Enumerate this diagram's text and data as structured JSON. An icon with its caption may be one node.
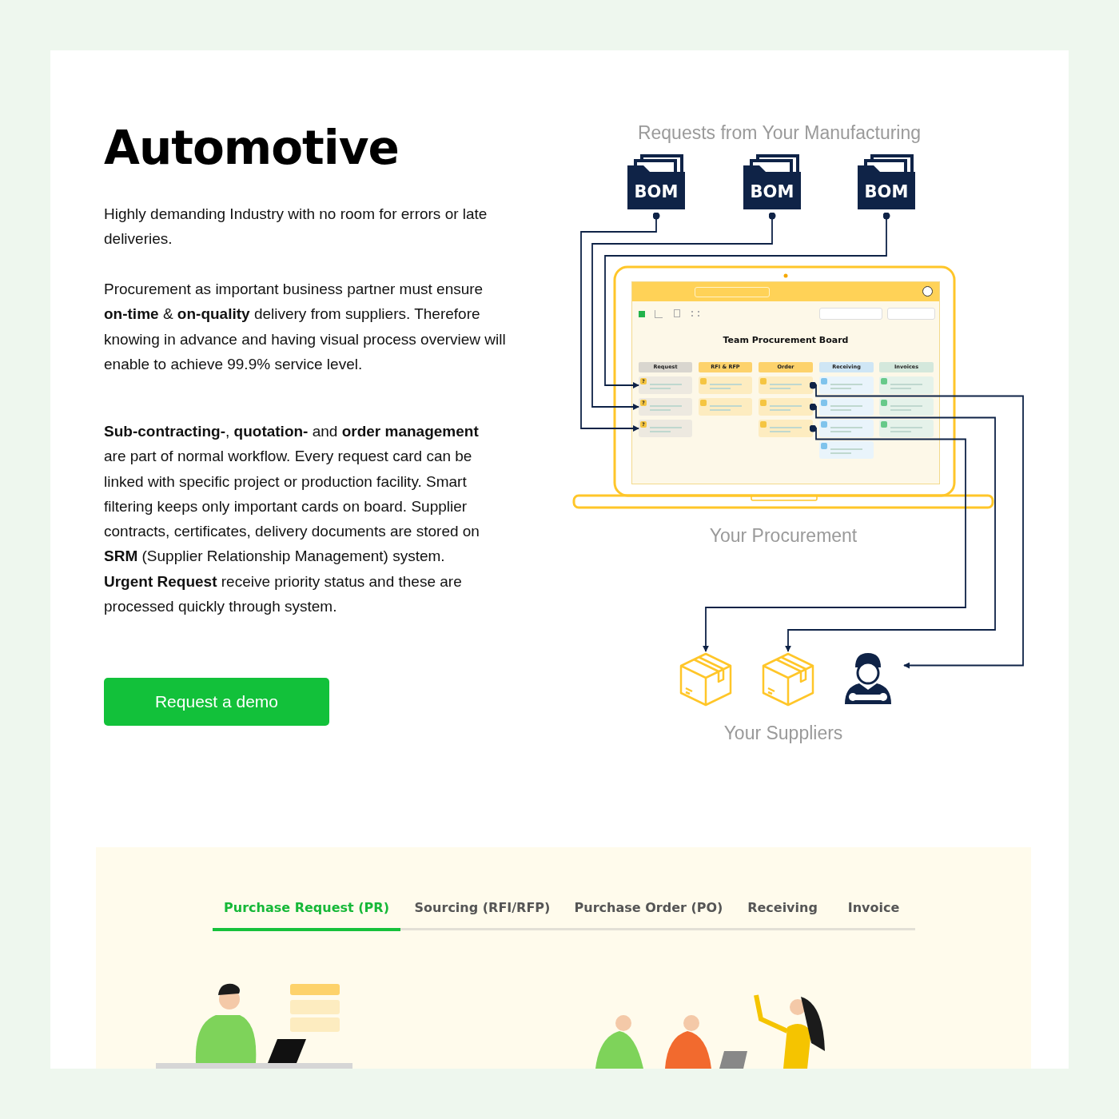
{
  "diagram": {
    "title": "Automotive",
    "nodes": [
      {
        "text": [
          "BOM"
        ]
      },
      {
        "text": [
          "BOM"
        ]
      },
      {
        "text": [
          "BOM"
        ]
      },
      {
        "text": [
          "Team Procurement Board"
        ],
        "beside": [
          "Your Procurement"
        ]
      },
      {
        "text": [
          "Request"
        ],
        "in": 3
      },
      {
        "text": [
          "RFI & RFP"
        ],
        "in": 3
      },
      {
        "text": [
          "Order"
        ],
        "in": 3
      },
      {
        "text": [
          "Receiving"
        ],
        "in": 3
      },
      {
        "text": [
          "Invoices"
        ],
        "in": 3
      },
      {
        "text": [
          "?"
        ],
        "in": 3
      },
      {
        "text": [
          "?"
        ],
        "in": 3
      },
      {
        "text": [
          "?"
        ],
        "in": 3
      },
      {
        "text": [],
        "shape": "box",
        "in": 3
      },
      {
        "text": [],
        "shape": "box",
        "in": 3
      },
      {
        "text": [],
        "shape": "box",
        "in": 3
      },
      {
        "text": [],
        "shape": "box",
        "in": 3
      },
      {
        "text": [],
        "shape": "box",
        "in": 3
      },
      {
        "text": [],
        "shape": "box",
        "in": 3
      },
      {
        "text": [],
        "shape": "box",
        "in": 3
      },
      {
        "text": [],
        "shape": "box",
        "in": 3
      },
      {
        "text": [],
        "shape": "box",
        "in": 3
      },
      {
        "text": [],
        "shape": "box",
        "in": 3
      },
      {
        "text": [],
        "shape": "box",
        "in": 3
      },
      {
        "text": [],
        "shape": "box",
        "in": 3
      },
      {
        "text": [],
        "shape": "picture"
      },
      {
        "text": [],
        "shape": "picture"
      },
      {
        "text": [],
        "shape": "person"
      }
    ],
    "edges": [
      {
        "from": 0,
        "to": 11,
        "arrow": "to"
      },
      {
        "from": 1,
        "to": 10,
        "arrow": "to"
      },
      {
        "from": 2,
        "to": 9,
        "arrow": "to"
      },
      {
        "from": 14,
        "to": 26,
        "arrow": "to"
      },
      {
        "from": 15,
        "to": 25,
        "arrow": "to"
      },
      {
        "from": 16,
        "to": 24,
        "arrow": "to"
      }
    ],
    "labels": [
      "Highly demanding Industry with no room for errors or late deliveries.",
      "Procurement as important business partner must ensure **on-time** & **on-quality** delivery from suppliers. Therefore knowing in advance and having visual process overview will enable to achieve 99.9% service level.",
      "**Sub-contracting-**, **quotation-** and **order management** are part of normal workflow. Every request card can be linked with specific project or production facility. Smart filtering keeps only important cards on board. Supplier contracts, certificates, delivery documents are stored on **SRM** (Supplier Relationship Management) system. **Urgent Request** receive priority status and these are processed quickly through system.",
      "Request a demo",
      "Requests from Your Manufacturing",
      "Your Suppliers",
      "Purchase Request (PR)",
      "Sourcing (RFI/RFP)",
      "Purchase Order (PO)",
      "Receiving",
      "Invoice"
    ]
  }
}
